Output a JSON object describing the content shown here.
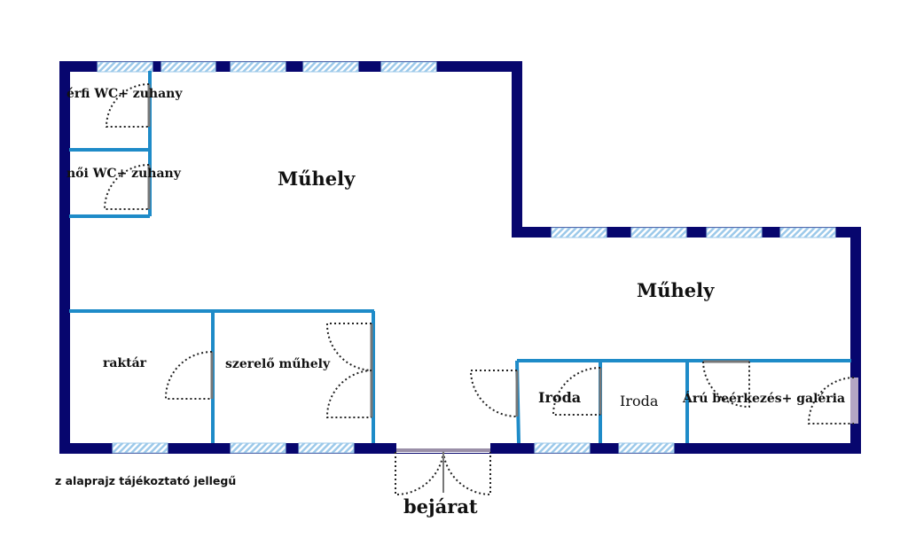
{
  "colors": {
    "outer_wall": "#07066e",
    "inner_wall": "#1e8bc8",
    "window": "#9cc9ea",
    "door_arc": "#222222",
    "door_leaf": "#777777"
  },
  "rooms": {
    "ferfi_wc": "érfi WC+ zuhany",
    "noi_wc": "női WC+ zuhany",
    "muhely_1": "Műhely",
    "muhely_2": "Műhely",
    "raktar": "raktár",
    "szerelo_muhely": "szerelő műhely",
    "iroda_1": "Iroda",
    "iroda_2": "Iroda",
    "aru": "Árú beérkezés+ galéria"
  },
  "note": "z alaprajz tájékoztató jellegű",
  "entrance": "bejárat"
}
